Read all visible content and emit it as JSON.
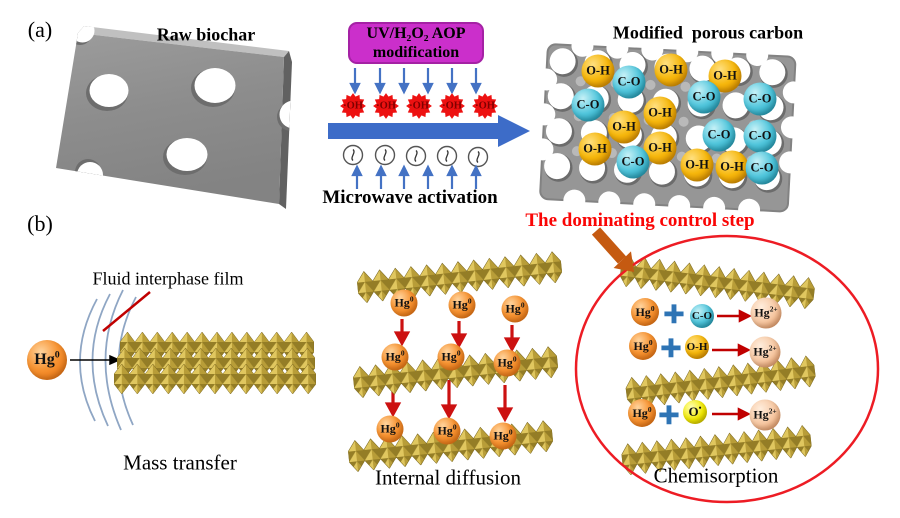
{
  "panel_a": {
    "label": "(a)",
    "raw_biochar_title": "Raw biochar",
    "aop_box": {
      "line1": "UV/H₂O₂ AOP",
      "line2": "modification"
    },
    "oh_radical": "·OH",
    "microwave_title": "Microwave activation",
    "modified_title": "Modified  porous carbon",
    "lattice_spheres": [
      "O-H",
      "C-O",
      "O-H",
      "O-H",
      "C-O",
      "C-O",
      "C-O",
      "O-H",
      "O-H",
      "C-O",
      "C-O",
      "O-H",
      "O-H",
      "C-O",
      "O-H",
      "O-H",
      "C-O"
    ]
  },
  "panel_b": {
    "label": "(b)",
    "fluid_film_label": "Fluid interphase film",
    "mass_transfer_label": "Mass transfer",
    "internal_diffusion_label": "Internal diffusion",
    "chemisorption_label": "Chemisorption",
    "dominating_label": "The dominating control step",
    "hg0": {
      "base": "Hg",
      "exp": "0"
    },
    "hg2plus": {
      "base": "Hg",
      "exp": "2+"
    },
    "plus": "+",
    "reaction_sites": [
      {
        "base": "C-O",
        "exp": ""
      },
      {
        "base": "O-H",
        "exp": ""
      },
      {
        "base": "O",
        "exp": "•"
      }
    ]
  },
  "colors": {
    "aop_box_fill": "#cb2fcb",
    "arrow_blue": "#4472c4",
    "radical_red": "#ed1111",
    "dominating_red": "#fa0505",
    "ellipse_red": "#ed1c24",
    "spike_gold": "#c9ae45",
    "hg_orange": "#f08122",
    "site_cyan": "#4cc4da",
    "site_gold": "#f2b200",
    "product_salmon": "#f2c4a0",
    "oxygen_yellow": "#f0e800",
    "carbon_gray": "#8e8e8e"
  }
}
